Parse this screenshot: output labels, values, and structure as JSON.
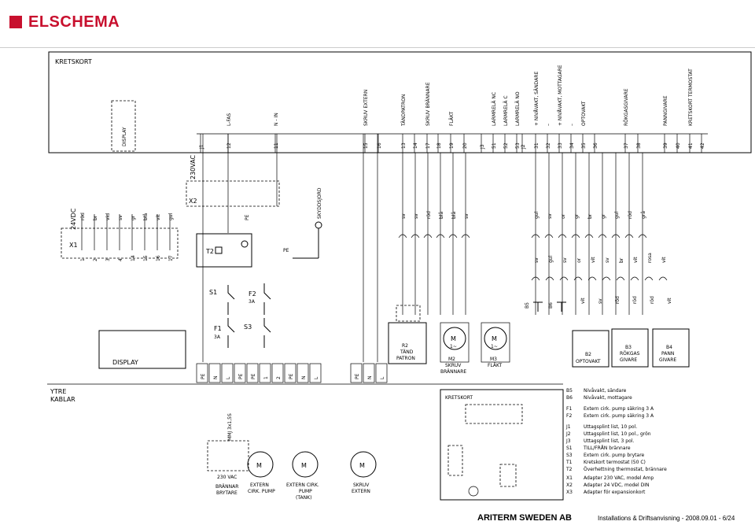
{
  "brand": {
    "name": "ELSCHEMA",
    "accent": "#c8102e"
  },
  "footer": {
    "company": "ARITERM SWEDEN AB",
    "document": "Installations & Driftsanvisning - 2008.09.01 - 6/24"
  },
  "board": {
    "title": "KRETSKORT",
    "display": "DISPLAY"
  },
  "terminals": [
    {
      "name": "J1",
      "label": ""
    },
    {
      "name": "12",
      "label": "L-FAS"
    },
    {
      "name": "11",
      "label": "N - IN"
    },
    {
      "name": "15",
      "label": "SKRUV EXTERN"
    },
    {
      "name": "16",
      "label": ""
    },
    {
      "name": "13",
      "label": "TÄNDPATRON"
    },
    {
      "name": "14",
      "label": ""
    },
    {
      "name": "17",
      "label": "SKRUV BRÄNNARE"
    },
    {
      "name": "18",
      "label": ""
    },
    {
      "name": "19",
      "label": "FLÄKT"
    },
    {
      "name": "20",
      "label": ""
    },
    {
      "name": "J3",
      "label": ""
    },
    {
      "name": "51",
      "label": "LARMRELÄ NC"
    },
    {
      "name": "52",
      "label": "LARMRELÄ C"
    },
    {
      "name": "53",
      "label": "LARMRELÄ NO"
    },
    {
      "name": "J2",
      "label": ""
    },
    {
      "name": "31",
      "label": "+ NIVÅVAKT, SÄNDARE"
    },
    {
      "name": "32",
      "label": "–"
    },
    {
      "name": "33",
      "label": "+ NIVÅVAKT, MOTTAGARE"
    },
    {
      "name": "34",
      "label": "–"
    },
    {
      "name": "35",
      "label": "OPTOVAKT"
    },
    {
      "name": "36",
      "label": ""
    },
    {
      "name": "37",
      "label": "RÖKGASGIVARE"
    },
    {
      "name": "38",
      "label": ""
    },
    {
      "name": "39",
      "label": "PANNGIVARE"
    },
    {
      "name": "40",
      "label": ""
    },
    {
      "name": "41",
      "label": "KRETSKORT TERMOSTAT"
    },
    {
      "name": "42",
      "label": ""
    }
  ],
  "labels": {
    "vdc24": "24VDC",
    "vac230": "230VAC",
    "x1": "X1",
    "x2": "X2",
    "skyddsjord": "SKYDDSJORD",
    "pe": "PE",
    "t2": "T2",
    "s1": "S1",
    "s3": "S3",
    "f1": "F1",
    "f1_rating": "3A",
    "f2": "F2",
    "f2_rating": "3A",
    "ytre_kablar_1": "YTRE",
    "ytre_kablar_2": "KABLAR",
    "mmj": "MMJ 3x1,5S"
  },
  "x1_wires": [
    {
      "color": "röd",
      "pin": "1"
    },
    {
      "color": "br",
      "pin": "2"
    },
    {
      "color": "vid",
      "pin": "3"
    },
    {
      "color": "sv",
      "pin": "4"
    },
    {
      "color": "gr",
      "pin": "14"
    },
    {
      "color": "blå",
      "pin": "15"
    },
    {
      "color": "vit",
      "pin": "16"
    },
    {
      "color": "gul",
      "pin": "17"
    }
  ],
  "upper_wire_colors": [
    "sv",
    "sv",
    "röd",
    "blå",
    "blå",
    "sv",
    "gul",
    "sv",
    "or",
    "gr",
    "br",
    "gr",
    "gul",
    "röd",
    "grå"
  ],
  "lower_wire_colors": [
    "sv",
    "gul",
    "sv",
    "or",
    "vit",
    "sv",
    "br",
    "vit",
    "rosa",
    "vit"
  ],
  "sensor_wire_colors": [
    "vit",
    "sv",
    "röd",
    "röd",
    "röd",
    "vit"
  ],
  "components": {
    "display": "DISPLAY",
    "r2": [
      "R2",
      "TÄND",
      "PATRON"
    ],
    "m2": [
      "M2",
      "SKRUV",
      "BRÄNNARE"
    ],
    "m3": [
      "M3",
      "FLÄKT"
    ],
    "b2": [
      "B2",
      "OPTOVAKT"
    ],
    "b3": [
      "B3",
      "RÖKGAS",
      "GIVARE"
    ],
    "b4": [
      "B4",
      "PANN",
      "GIVARE"
    ],
    "b5": "B5",
    "b6": "B6",
    "motor_symbol": "M",
    "motor_phase": "1~"
  },
  "bottom_terminals": [
    "PE",
    "N",
    "L",
    "PE",
    "PE",
    "1",
    "2",
    "PE",
    "N",
    "L",
    "PE",
    "N",
    "L"
  ],
  "pumps": {
    "burner": [
      "BRÄNNAR",
      "BRYTARE"
    ],
    "burner_voltage": "230 VAC",
    "extern_pump": [
      "EXTERN",
      "CIRK. PUMP"
    ],
    "tank_pump": [
      "EXTERN CIRK.",
      "PUMP",
      "(TANK)"
    ],
    "skruv": [
      "SKRUV",
      "EXTERN"
    ]
  },
  "mini_board": {
    "title": "KRETSKORT"
  },
  "legend": [
    {
      "code": "B5",
      "text": "Nivåvakt, sändare"
    },
    {
      "code": "B6",
      "text": "Nivåvakt, mottagare"
    },
    {
      "code": "F1",
      "text": "Extern cirk. pump säkring 3 A"
    },
    {
      "code": "F2",
      "text": "Extern cirk. pump säkring 3 A"
    },
    {
      "code": "J1",
      "text": "Uttagsplint list, 10 pol."
    },
    {
      "code": "J2",
      "text": "Uttagsplint list, 10 pol., grön"
    },
    {
      "code": "J3",
      "text": "Uttagsplint list, 3 pol."
    },
    {
      "code": "S1",
      "text": "TILL/FRÅN brännare"
    },
    {
      "code": "S3",
      "text": "Extern cirk. pump brytare"
    },
    {
      "code": "T1",
      "text": "Kretskort termostat (50 C)"
    },
    {
      "code": "T2",
      "text": "Överhettning thermostat, brännare"
    },
    {
      "code": "X1",
      "text": "Adapter 230 VAC, model Amp"
    },
    {
      "code": "X2",
      "text": "Adapter 24 VDC, model DIN"
    },
    {
      "code": "X3",
      "text": "Adapter för expansionkort"
    }
  ]
}
